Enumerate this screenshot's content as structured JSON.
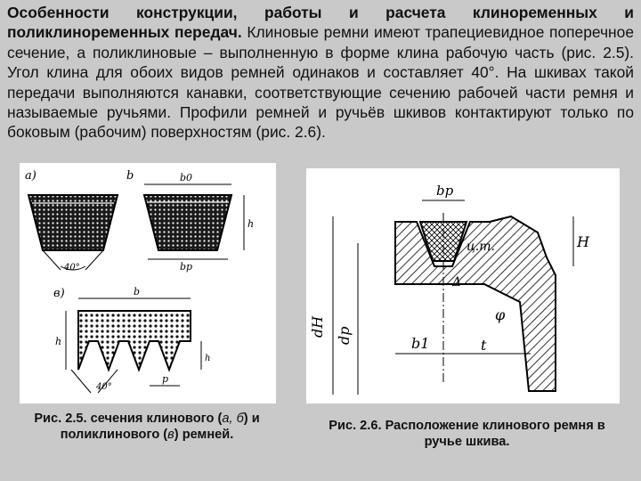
{
  "paragraph": {
    "bold_lead": "Особенности конструкции, работы и расчета клиноременных и поликлиноременных передач.",
    "body": " Клиновые ремни имеют трапециевидное поперечное сечение, а поликлиновые – выполненную в форме клина рабочую часть (рис. 2.5). Угол клина для обоих видов ремней одинаков и составляет 40°. На шкивах такой передачи выполняются канавки, соответствующие сечению рабочей части ремня и называемые ручьями. Профили ремней и ручьёв шкивов контактируют только по боковым (рабочим) поверхностям (рис. 2.6)."
  },
  "figure_2_5": {
    "labels": {
      "a": "а)",
      "b": "b",
      "v": "в)",
      "b0": "b0",
      "h": "h",
      "angle": "40°",
      "bp": "bp",
      "h_small": "h",
      "angle2": "40°",
      "p": "p"
    },
    "caption_pre": "Рис. 2.5. сечения клинового (",
    "caption_ab": "а, б",
    "caption_mid": ") и поликлинового (",
    "caption_v": "в",
    "caption_post": ") ремней."
  },
  "figure_2_6": {
    "labels": {
      "bp": "bp",
      "H": "H",
      "ct": "ц.т.",
      "delta": "Δ",
      "phi": "φ",
      "dH": "dH",
      "dp": "dp",
      "b1": "b1",
      "t": "t"
    },
    "caption": "Рис. 2.6. Расположение клинового ремня в ручье шкива."
  }
}
